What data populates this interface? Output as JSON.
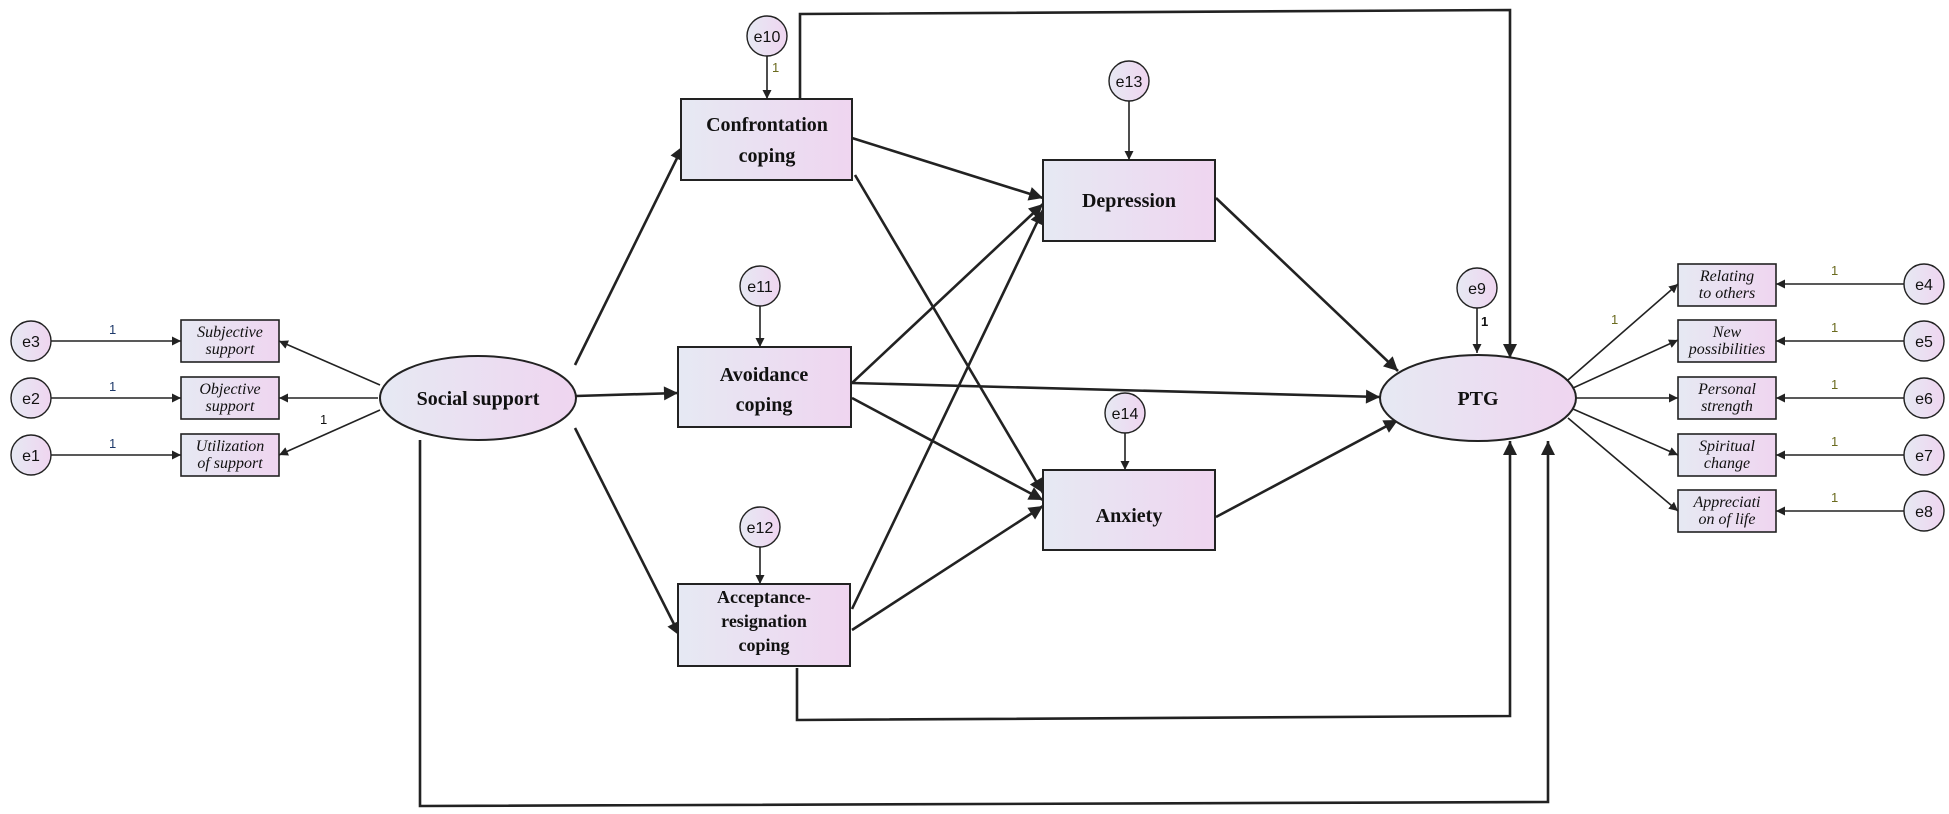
{
  "colors": {
    "node_fill_start": "#e6e9f3",
    "node_fill_end": "#efd5f0",
    "stroke": "#222222",
    "weight_blue": "#1f3a6b",
    "weight_olive": "#6b6b1f"
  },
  "constructs": {
    "social_support": "Social support",
    "ptg": "PTG",
    "confrontation": [
      "Confrontation",
      "coping"
    ],
    "avoidance": [
      "Avoidance",
      "coping"
    ],
    "acceptance": [
      "Acceptance-",
      "resignation",
      "coping"
    ],
    "depression": "Depression",
    "anxiety": "Anxiety"
  },
  "ss_indicators": [
    {
      "lines": [
        "Subjective",
        "support"
      ],
      "error": "e3",
      "weight": "1"
    },
    {
      "lines": [
        "Objective",
        "support"
      ],
      "error": "e2",
      "weight": "1"
    },
    {
      "lines": [
        "Utilization",
        "of support"
      ],
      "error": "e1",
      "weight": "1"
    }
  ],
  "ss_loading": "1",
  "ptg_indicators": [
    {
      "lines": [
        "Relating",
        "to others"
      ],
      "error": "e4",
      "weight": "1"
    },
    {
      "lines": [
        "New",
        "possibilities"
      ],
      "error": "e5",
      "weight": "1"
    },
    {
      "lines": [
        "Personal",
        "strength"
      ],
      "error": "e6",
      "weight": "1"
    },
    {
      "lines": [
        "Spiritual",
        "change"
      ],
      "error": "e7",
      "weight": "1"
    },
    {
      "lines": [
        "Appreciati",
        "on of life"
      ],
      "error": "e8",
      "weight": "1"
    }
  ],
  "ptg_loading": "1",
  "disturbances": {
    "e10": "e10",
    "e10_weight": "1",
    "e11": "e11",
    "e12": "e12",
    "e13": "e13",
    "e14": "e14",
    "e9": "e9",
    "e9_weight": "1"
  }
}
